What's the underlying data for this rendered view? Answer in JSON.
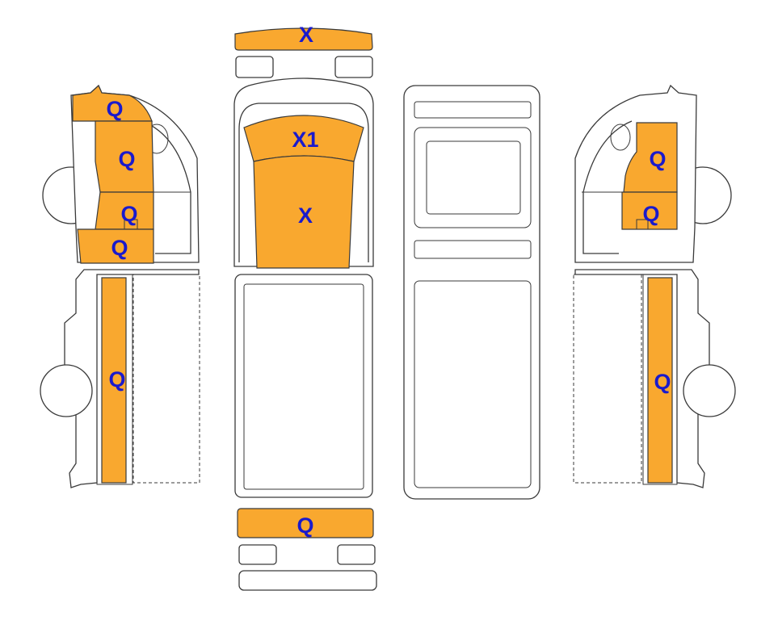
{
  "colors": {
    "zone_fill": "#f9a82f",
    "label_color": "#1a1acc",
    "outline": "#3a3a3a"
  },
  "labels": {
    "front_bumper": "X",
    "hood": "X1",
    "roof": "X",
    "rear_bumper": "Q",
    "left_fender_top": "Q",
    "left_door_upper": "Q",
    "left_door_lower": "Q",
    "left_sill": "Q",
    "left_bed_side": "Q",
    "right_door_upper": "Q",
    "right_door_lower": "Q",
    "right_bed_side": "Q"
  }
}
